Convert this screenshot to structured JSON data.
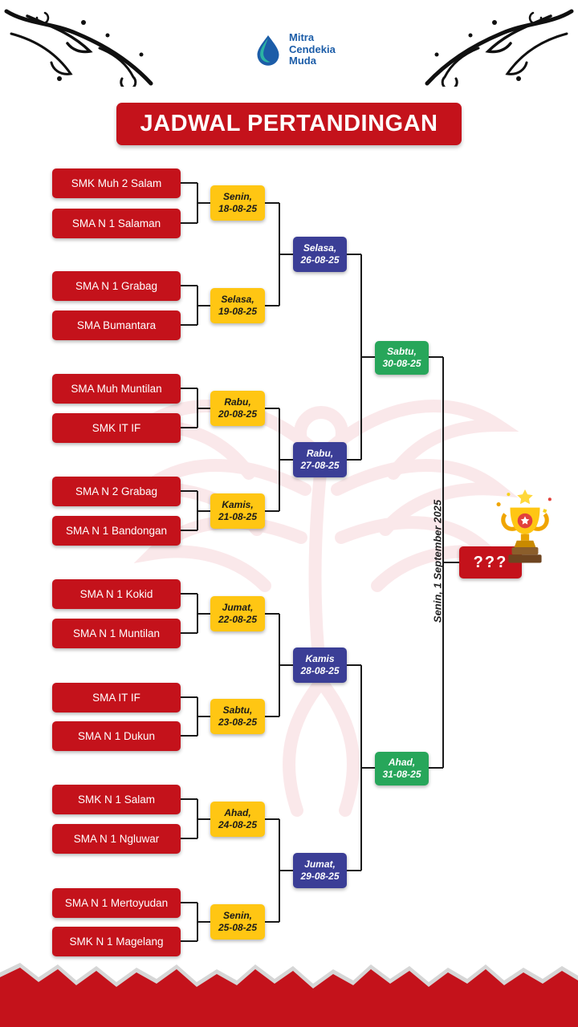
{
  "logo": {
    "line1": "Mitra",
    "line2": "Cendekia",
    "line3": "Muda"
  },
  "title": "JADWAL PERTANDINGAN",
  "bracket": {
    "matches": [
      {
        "team_a": "SMK Muh 2 Salam",
        "team_b": "SMA N 1 Salaman",
        "day": "Senin,",
        "date": "18-08-25"
      },
      {
        "team_a": "SMA N 1 Grabag",
        "team_b": "SMA Bumantara",
        "day": "Selasa,",
        "date": "19-08-25"
      },
      {
        "team_a": "SMA Muh Muntilan",
        "team_b": "SMK IT IF",
        "day": "Rabu,",
        "date": "20-08-25"
      },
      {
        "team_a": "SMA N 2 Grabag",
        "team_b": "SMA N 1 Bandongan",
        "day": "Kamis,",
        "date": "21-08-25"
      },
      {
        "team_a": "SMA N 1 Kokid",
        "team_b": "SMA N 1 Muntilan",
        "day": "Jumat,",
        "date": "22-08-25"
      },
      {
        "team_a": "SMA IT IF",
        "team_b": "SMA N 1 Dukun",
        "day": "Sabtu,",
        "date": "23-08-25"
      },
      {
        "team_a": "SMK N 1 Salam",
        "team_b": "SMA N 1 Ngluwar",
        "day": "Ahad,",
        "date": "24-08-25"
      },
      {
        "team_a": "SMA N 1 Mertoyudan",
        "team_b": "SMK N 1 Magelang",
        "day": "Senin,",
        "date": "25-08-25"
      }
    ],
    "round2": [
      {
        "day": "Selasa,",
        "date": "26-08-25"
      },
      {
        "day": "Rabu,",
        "date": "27-08-25"
      },
      {
        "day": "Kamis",
        "date": "28-08-25"
      },
      {
        "day": "Jumat,",
        "date": "29-08-25"
      }
    ],
    "round3": [
      {
        "day": "Sabtu,",
        "date": "30-08-25"
      },
      {
        "day": "Ahad,",
        "date": "31-08-25"
      }
    ],
    "final": {
      "label": "???",
      "date_text": "Senin, 1 September 2025"
    }
  },
  "icons": {
    "trophy": "trophy-icon",
    "logo_mark": "water-drop-logo-icon"
  },
  "colors": {
    "red": "#C4121B",
    "yellow": "#FFC613",
    "blue": "#3B3E96",
    "green": "#27A65A",
    "logo_blue": "#1C5DA8"
  }
}
